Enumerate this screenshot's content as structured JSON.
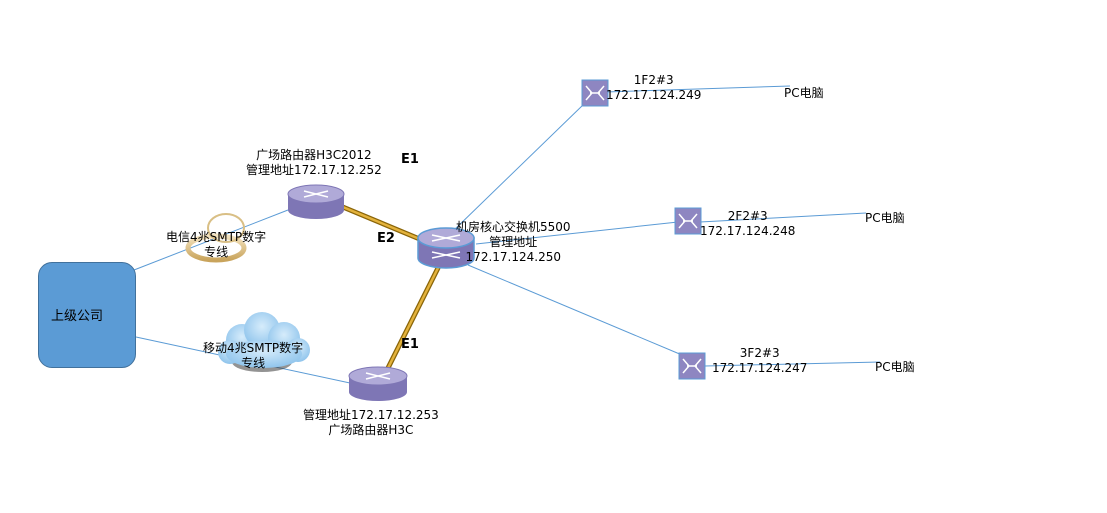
{
  "headquarters": {
    "label": "上级公司"
  },
  "router_top": {
    "line1": "广场路由器H3C2012",
    "line2": "管理地址172.17.12.252"
  },
  "router_bottom": {
    "line1": "管理地址172.17.12.253",
    "line2": "广场路由器H3C"
  },
  "core_switch": {
    "line1": "机房核心交换机5500",
    "line2": "管理地址",
    "line3": "172.17.124.250"
  },
  "wan_links": {
    "telecom": {
      "line1": "电信4兆SMTP数字",
      "line2": "专线"
    },
    "mobile": {
      "line1": "移动4兆SMTP数字",
      "line2": "专线"
    }
  },
  "port_labels": {
    "top_router_e1": "E1",
    "core_e2": "E2",
    "bottom_router_e1": "E1"
  },
  "access_switches": [
    {
      "name": "1F2#3",
      "ip": "172.17.124.249",
      "pc": "PC电脑"
    },
    {
      "name": "2F2#3",
      "ip": "172.17.124.248",
      "pc": "PC电脑"
    },
    {
      "name": "3F2#3",
      "ip": "172.17.124.247",
      "pc": "PC电脑"
    }
  ],
  "colors": {
    "link_line": "#5b9bd5",
    "trunk_link": "#b8860b",
    "device_body": "#8e86c1",
    "device_top": "#b0aad8",
    "headquarters_fill": "#5b9bd5"
  }
}
